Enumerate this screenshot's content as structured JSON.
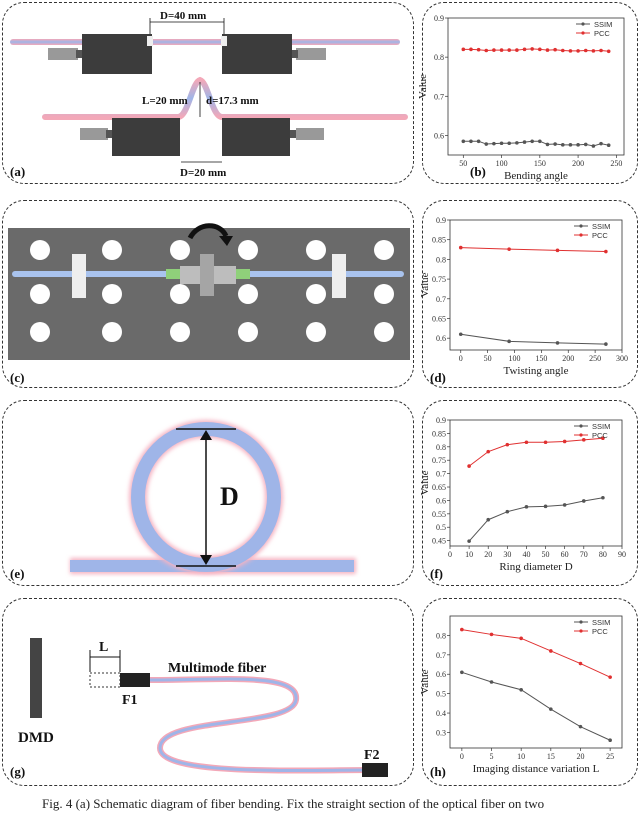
{
  "caption": "Fig. 4 (a) Schematic diagram of fiber bending. Fix the straight section of the optical fiber on two",
  "panels": {
    "a": {
      "label": "(a)",
      "dim_top": "D=40 mm",
      "dim_L": "L=20 mm",
      "dim_d": "d=17.3 mm",
      "dim_bottom": "D=20 mm"
    },
    "c": {
      "label": "(c)"
    },
    "e": {
      "label": "(e)",
      "ring_label": "D"
    },
    "g": {
      "label": "(g)",
      "dmd": "DMD",
      "L": "L",
      "fiber": "Multimode fiber",
      "f1": "F1",
      "f2": "F2"
    }
  },
  "charts": [
    {
      "id": "b",
      "label": "(b)",
      "type": "line",
      "xlabel": "Bending angle",
      "ylabel": "Value",
      "xlim": [
        30,
        260
      ],
      "ylim": [
        0.55,
        0.9
      ],
      "xticks": [
        50,
        100,
        150,
        200,
        250
      ],
      "yticks": [
        0.6,
        0.7,
        0.8,
        0.9
      ],
      "legend": "top-right",
      "series": [
        {
          "name": "SSIM",
          "color": "#555555",
          "x": [
            50,
            60,
            70,
            80,
            90,
            100,
            110,
            120,
            130,
            140,
            150,
            160,
            170,
            180,
            190,
            200,
            210,
            220,
            230,
            240
          ],
          "y": [
            0.585,
            0.585,
            0.585,
            0.578,
            0.579,
            0.58,
            0.58,
            0.581,
            0.583,
            0.585,
            0.585,
            0.577,
            0.578,
            0.576,
            0.576,
            0.576,
            0.577,
            0.573,
            0.579,
            0.575
          ]
        },
        {
          "name": "PCC",
          "color": "#e03030",
          "x": [
            50,
            60,
            70,
            80,
            90,
            100,
            110,
            120,
            130,
            140,
            150,
            160,
            170,
            180,
            190,
            200,
            210,
            220,
            230,
            240
          ],
          "y": [
            0.82,
            0.82,
            0.819,
            0.817,
            0.818,
            0.818,
            0.818,
            0.818,
            0.82,
            0.821,
            0.82,
            0.818,
            0.819,
            0.817,
            0.816,
            0.816,
            0.817,
            0.816,
            0.817,
            0.815
          ]
        }
      ]
    },
    {
      "id": "d",
      "label": "(d)",
      "type": "line",
      "xlabel": "Twisting angle",
      "ylabel": "Value",
      "xlim": [
        -20,
        300
      ],
      "ylim": [
        0.57,
        0.9
      ],
      "xticks": [
        0,
        50,
        100,
        150,
        200,
        250,
        300
      ],
      "yticks": [
        0.6,
        0.65,
        0.7,
        0.75,
        0.8,
        0.85,
        0.9
      ],
      "legend": "top-right",
      "series": [
        {
          "name": "SSIM",
          "color": "#555555",
          "x": [
            0,
            90,
            180,
            270
          ],
          "y": [
            0.61,
            0.592,
            0.588,
            0.585
          ]
        },
        {
          "name": "PCC",
          "color": "#e03030",
          "x": [
            0,
            90,
            180,
            270
          ],
          "y": [
            0.83,
            0.826,
            0.823,
            0.82
          ]
        }
      ]
    },
    {
      "id": "f",
      "label": "(f)",
      "type": "line",
      "xlabel": "Ring diameter D",
      "ylabel": "Value",
      "xlim": [
        0,
        90
      ],
      "ylim": [
        0.43,
        0.9
      ],
      "xticks": [
        0,
        10,
        20,
        30,
        40,
        50,
        60,
        70,
        80,
        90
      ],
      "yticks": [
        0.45,
        0.5,
        0.55,
        0.6,
        0.65,
        0.7,
        0.75,
        0.8,
        0.85,
        0.9
      ],
      "legend": "top-right",
      "series": [
        {
          "name": "SSIM",
          "color": "#555555",
          "x": [
            10,
            20,
            30,
            40,
            50,
            60,
            70,
            80
          ],
          "y": [
            0.448,
            0.528,
            0.558,
            0.576,
            0.578,
            0.583,
            0.598,
            0.61
          ]
        },
        {
          "name": "PCC",
          "color": "#e03030",
          "x": [
            10,
            20,
            30,
            40,
            50,
            60,
            70,
            80
          ],
          "y": [
            0.728,
            0.782,
            0.808,
            0.817,
            0.817,
            0.82,
            0.826,
            0.832
          ]
        }
      ]
    },
    {
      "id": "h",
      "label": "(h)",
      "type": "line",
      "xlabel": "Imaging distance variation L",
      "ylabel": "Value",
      "xlim": [
        -2,
        27
      ],
      "ylim": [
        0.22,
        0.9
      ],
      "xticks": [
        0,
        5,
        10,
        15,
        20,
        25
      ],
      "yticks": [
        0.3,
        0.4,
        0.5,
        0.6,
        0.7,
        0.8
      ],
      "legend": "top-right",
      "series": [
        {
          "name": "SSIM",
          "color": "#555555",
          "x": [
            0,
            5,
            10,
            15,
            20,
            25
          ],
          "y": [
            0.61,
            0.56,
            0.52,
            0.42,
            0.33,
            0.26
          ]
        },
        {
          "name": "PCC",
          "color": "#e03030",
          "x": [
            0,
            5,
            10,
            15,
            20,
            25
          ],
          "y": [
            0.83,
            0.805,
            0.785,
            0.72,
            0.655,
            0.585
          ]
        }
      ]
    }
  ]
}
